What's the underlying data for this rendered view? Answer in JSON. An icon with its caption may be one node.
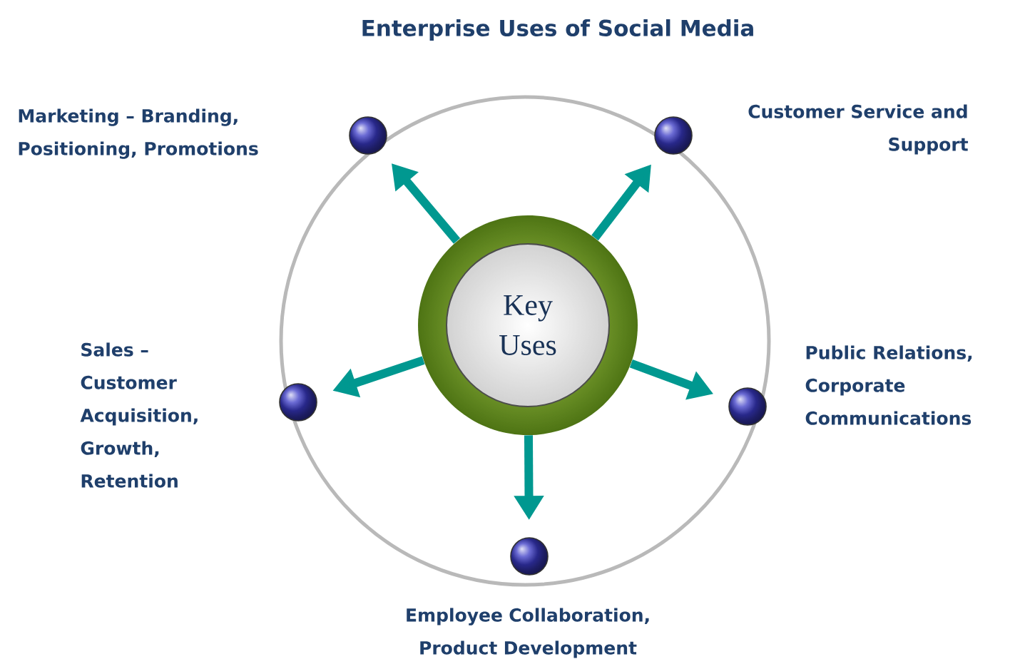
{
  "diagram": {
    "title": "Enterprise Uses of Social Media",
    "nodes": [
      {
        "text": [
          "Key Uses"
        ]
      },
      {
        "text": [],
        "shape": "circle"
      },
      {
        "text": [],
        "shape": "circle"
      },
      {
        "text": [],
        "shape": "circle"
      },
      {
        "text": [],
        "shape": "circle"
      },
      {
        "text": [],
        "shape": "circle"
      }
    ],
    "labels": [
      "Marketing – Branding, Positioning, Promotions",
      "Customer Service and Support",
      "Sales – Customer Acquisition, Growth, Retention",
      "Public Relations, Corporate Communications",
      "Employee Collaboration, Product Development"
    ],
    "edges": [
      {
        "from": 0,
        "to": 1,
        "arrow": "to"
      },
      {
        "from": 0,
        "to": 2,
        "arrow": "to"
      },
      {
        "from": 0,
        "to": 3,
        "arrow": "to"
      },
      {
        "from": 0,
        "to": 4,
        "arrow": "to"
      },
      {
        "from": 0,
        "to": 5,
        "arrow": "to"
      }
    ]
  }
}
